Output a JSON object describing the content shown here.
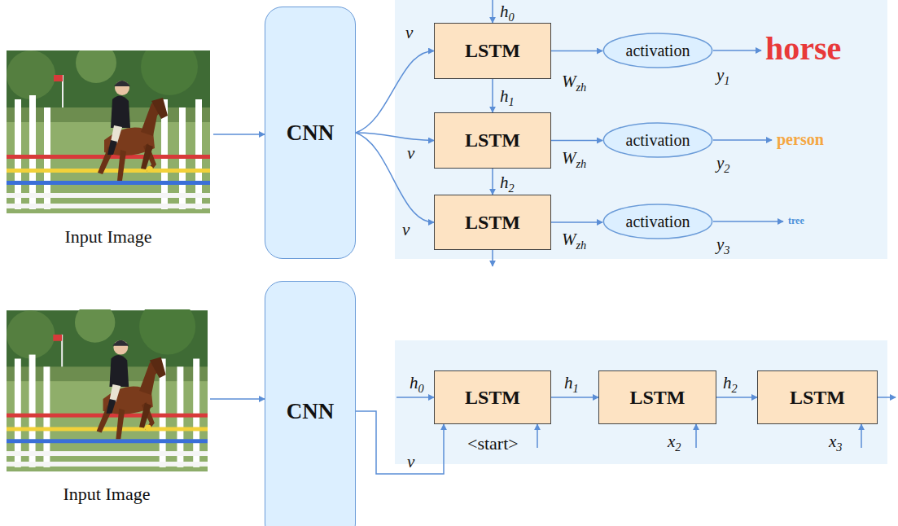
{
  "diagram": {
    "nodes": [
      {
        "text": [
          "CNN"
        ]
      },
      {
        "text": [
          "LSTM"
        ]
      },
      {
        "text": [
          "activation"
        ]
      },
      {
        "text": [
          "LSTM"
        ]
      },
      {
        "text": [
          "activation"
        ]
      },
      {
        "text": [
          "LSTM"
        ]
      },
      {
        "text": [
          "activation"
        ]
      },
      {
        "text": [
          "CNN"
        ]
      },
      {
        "text": [
          "LSTM"
        ]
      },
      {
        "text": [
          "LSTM"
        ]
      },
      {
        "text": [
          "LSTM"
        ]
      }
    ],
    "edges": [
      {
        "from": 0,
        "to": 1,
        "arrow": "to",
        "label": "v"
      },
      {
        "from": 0,
        "to": 3,
        "arrow": "to",
        "label": "v"
      },
      {
        "from": 0,
        "to": 5,
        "arrow": "to",
        "label": "v"
      },
      {
        "from": 1,
        "to": 2,
        "arrow": "to",
        "label": "Wzh"
      },
      {
        "from": 3,
        "to": 4,
        "arrow": "to",
        "label": "Wzh"
      },
      {
        "from": 5,
        "to": 6,
        "arrow": "to",
        "label": "Wzh"
      },
      {
        "from": 1,
        "to": 3,
        "arrow": "to",
        "label": "h1"
      },
      {
        "from": 3,
        "to": 5,
        "arrow": "to",
        "label": "h2"
      },
      {
        "from": 7,
        "to": 8,
        "arrow": "to",
        "label": "v"
      },
      {
        "from": 8,
        "to": 9,
        "arrow": "to",
        "label": "h1"
      },
      {
        "from": 9,
        "to": 10,
        "arrow": "to",
        "label": "h2"
      }
    ],
    "labels": [
      "Input Image",
      "Input Image",
      "h0",
      "horse",
      "person",
      "tree",
      "y1",
      "y2",
      "y3",
      "h0",
      "<start>",
      "x2",
      "x3"
    ]
  }
}
